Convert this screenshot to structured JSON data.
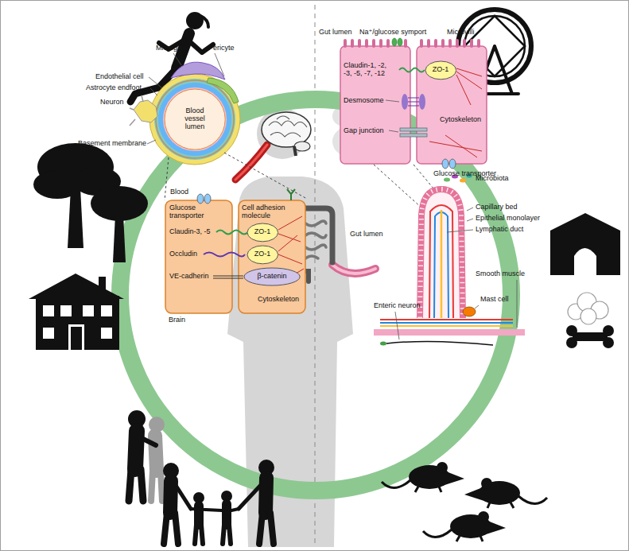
{
  "diagram": {
    "nodes": [
      {
        "text": [
          "Blood vessel lumen"
        ]
      },
      {
        "text": [
          "ZO-1"
        ]
      },
      {
        "text": [
          "ZO-1"
        ]
      },
      {
        "text": [
          "β-catenin"
        ]
      },
      {
        "text": [
          "ZO-1"
        ]
      }
    ],
    "labels": [
      "Microglia",
      "Pericyte",
      "Endothelial cell",
      "Astrocyte endfoot",
      "Neuron",
      "Basement membrane",
      "Blood",
      "Glucose transporter",
      "Cell adhesion molecule",
      "Claudin-3, -5",
      "Occludin",
      "VE-cadherin",
      "Cytoskeleton",
      "Brain",
      "Gut lumen",
      "Na⁺/glucose symport",
      "Microvilli",
      "Claudin-1, -2, -3, -5, -7, -12",
      "Desmosome",
      "Gap junction",
      "Cytoskeleton",
      "Glucose transporter",
      "Microbiota",
      "Gut lumen",
      "Capillary bed",
      "Epithelial monolayer",
      "Lymphatic duct",
      "Smooth muscle",
      "Mast cell",
      "Enteric neuron"
    ]
  }
}
